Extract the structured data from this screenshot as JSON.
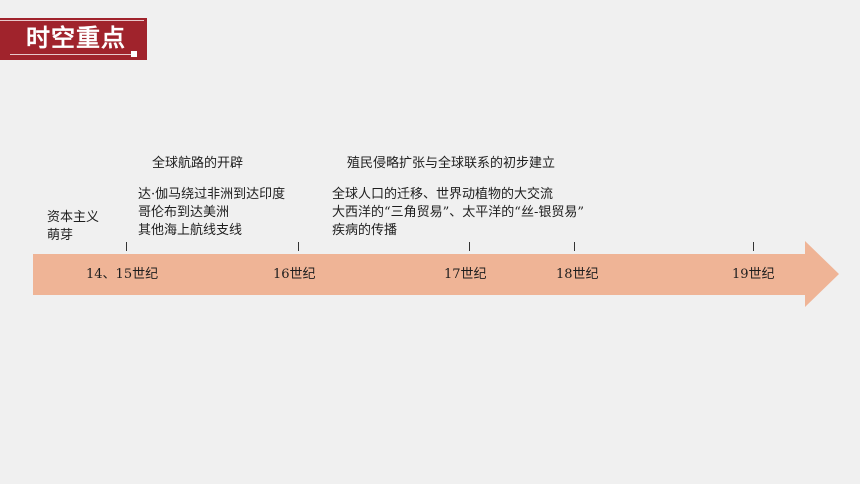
{
  "title": "时空重点",
  "side_label": [
    "资本主义",
    "萌芽"
  ],
  "headings": {
    "h1": "全球航路的开辟",
    "h2": "殖民侵略扩张与全球联系的初步建立"
  },
  "block1": [
    "达·伽马绕过非洲到达印度",
    "哥伦布到达美洲",
    "其他海上航线支线"
  ],
  "block2": [
    "全球人口的迁移、世界动植物的大交流",
    "大西洋的“三角贸易”、太平洋的“丝-银贸易”",
    "疾病的传播"
  ],
  "timeline": {
    "labels": [
      "14、15世纪",
      "16世纪",
      "17世纪",
      "18世纪",
      "19世纪"
    ],
    "arrow_color": "#efb496"
  }
}
